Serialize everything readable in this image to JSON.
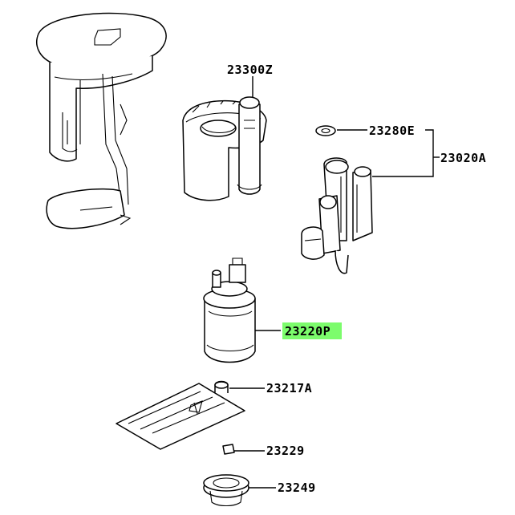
{
  "labels": {
    "l23300z": "23300Z",
    "l23280e": "23280E",
    "l23020a": "23020A",
    "l23220p": "23220P",
    "l23217a": "23217A",
    "l23229": "23229",
    "l23249": "23249"
  },
  "highlight_color": "#7CFC6C"
}
